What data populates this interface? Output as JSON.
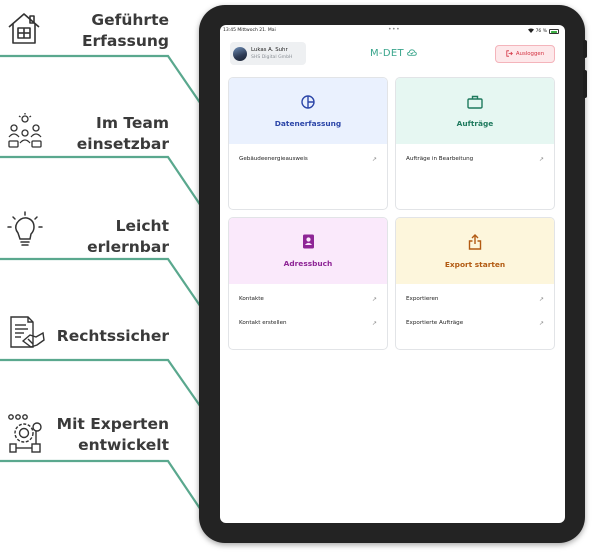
{
  "features": [
    {
      "label": "Geführte\nErfassung",
      "icon": "house-icon"
    },
    {
      "label": "Im Team\neinsetzbar",
      "icon": "team-icon"
    },
    {
      "label": "Leicht\nerlernbar",
      "icon": "lightbulb-icon"
    },
    {
      "label": "Rechtssicher",
      "icon": "contract-handshake-icon"
    },
    {
      "label": "Mit Experten\nentwickelt",
      "icon": "expert-gear-icon"
    }
  ],
  "statusbar": {
    "time_date": "13:45  Mittwoch 21. Mai",
    "dots": "•••",
    "battery": "76 %",
    "battery_level": 0.76
  },
  "header": {
    "user_name": "Lukas A. Suhr",
    "user_company": "SHS Digital GmbH",
    "app_title": "M-DET",
    "logout_label": "Ausloggen"
  },
  "cards": [
    {
      "title": "Datenerfassung",
      "icon": "pie-chart-icon",
      "color": "#2c46a8",
      "bg": "#eaf1fe",
      "items": [
        "Gebäudeenergieausweis"
      ]
    },
    {
      "title": "Aufträge",
      "icon": "briefcase-icon",
      "color": "#1f7a5e",
      "bg": "#e6f7f2",
      "items": [
        "Aufträge in Bearbeitung"
      ]
    },
    {
      "title": "Adressbuch",
      "icon": "contact-book-icon",
      "color": "#8e2596",
      "bg": "#fae9fb",
      "items": [
        "Kontakte",
        "Kontakt erstellen"
      ]
    },
    {
      "title": "Export starten",
      "icon": "share-upload-icon",
      "color": "#b25a12",
      "bg": "#fdf6dc",
      "items": [
        "Exportieren",
        "Exportierte Aufträge"
      ]
    }
  ],
  "colors": {
    "connector": "#5aa88e",
    "dot": "#3c8c6f",
    "text": "#3a3a3a",
    "accent": "#3aa58c"
  }
}
